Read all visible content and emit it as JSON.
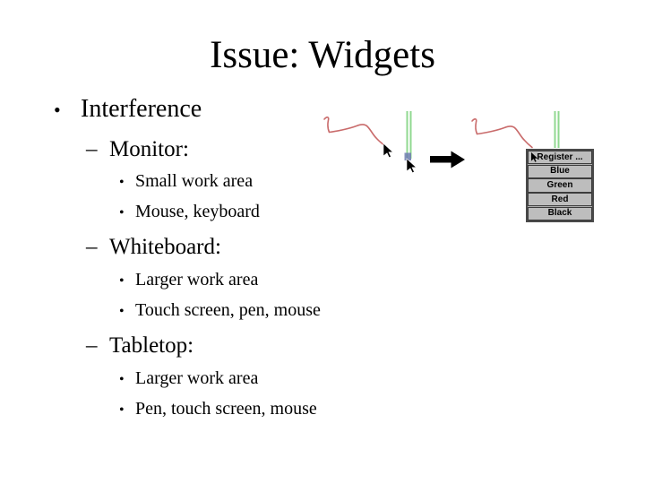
{
  "slide": {
    "title": "Issue: Widgets",
    "bullets": [
      {
        "level": 1,
        "marker": "•",
        "text": "Interference"
      },
      {
        "level": 2,
        "marker": "–",
        "text": "Monitor:"
      },
      {
        "level": 3,
        "marker": "•",
        "text": "Small work area"
      },
      {
        "level": 3,
        "marker": "•",
        "text": "Mouse, keyboard"
      },
      {
        "level": 2,
        "marker": "–",
        "text": "Whiteboard:"
      },
      {
        "level": 3,
        "marker": "•",
        "text": "Larger work area"
      },
      {
        "level": 3,
        "marker": "•",
        "text": "Touch screen, pen, mouse"
      },
      {
        "level": 2,
        "marker": "–",
        "text": "Tabletop:"
      },
      {
        "level": 3,
        "marker": "•",
        "text": "Larger work area"
      },
      {
        "level": 3,
        "marker": "•",
        "text": "Pen, touch screen, mouse"
      }
    ]
  },
  "illustration": {
    "menu": {
      "items": [
        "Register ...",
        "Blue",
        "Green",
        "Red",
        "Black"
      ]
    },
    "icons": {
      "cursor": "mouse-pointer-arrow",
      "transition": "right-arrow"
    },
    "colors": {
      "stroke_red": "#c96b6b",
      "stroke_green": "#90d890",
      "handle_blue": "#6f7db0",
      "arrow_black": "#000000",
      "menu_bg": "#bdbdbd",
      "menu_border": "#3c3c3c"
    }
  }
}
